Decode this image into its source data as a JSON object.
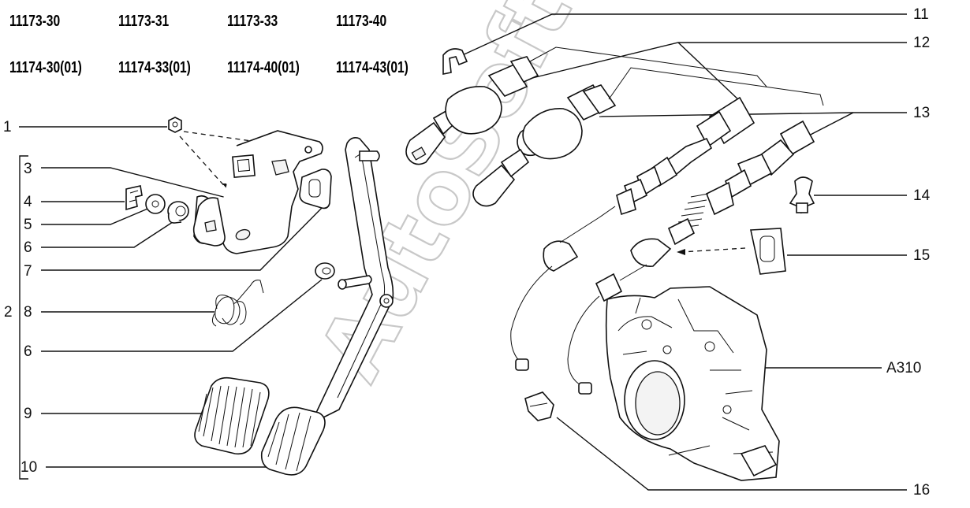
{
  "model_codes": [
    "11173-30",
    "11173-31",
    "11173-33",
    "11173-40",
    "11174-30(01)",
    "11174-33(01)",
    "11174-40(01)",
    "11174-43(01)"
  ],
  "callouts_left": [
    "1",
    "3",
    "4",
    "5",
    "6",
    "7",
    "2",
    "8",
    "6",
    "9",
    "10"
  ],
  "callouts_right": [
    "11",
    "12",
    "13",
    "14",
    "15",
    "A310",
    "16"
  ],
  "watermark": "AutoSoft"
}
